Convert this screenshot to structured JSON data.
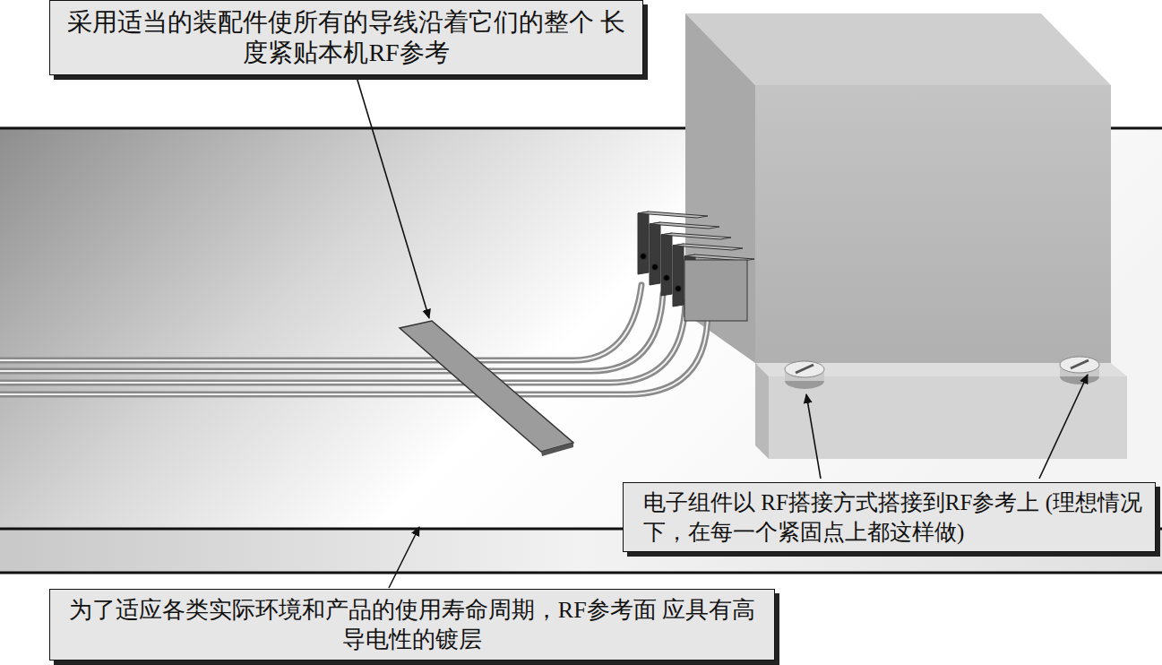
{
  "diagram": {
    "nodes": [
      {
        "text": [
          "采用适当的装配件使所有的导线沿着它们的整个 长度紧贴本机RF参考"
        ]
      },
      {
        "text": [
          "电子组件以 RF搭接方式搭接到RF参考上 (理想情况下，在每一个紧固点上都这样做)"
        ]
      },
      {
        "text": [
          "为了适应各类实际环境和产品的使用寿命周期，RF参考面 应具有高导电性的镀层"
        ]
      }
    ]
  }
}
